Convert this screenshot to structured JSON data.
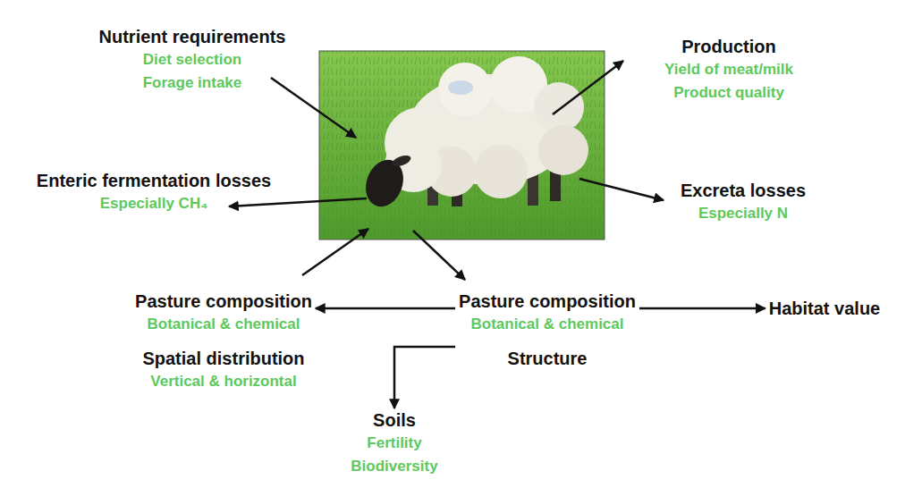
{
  "diagram": {
    "nodes": [
      {
        "text": [
          "Nutrient requirements",
          "Diet selection",
          "Forage intake"
        ]
      },
      {
        "text": [
          "Production",
          "Yield of meat/milk",
          "Product quality"
        ]
      },
      {
        "text": [
          "Enteric fermentation losses",
          "Especially CH₄"
        ]
      },
      {
        "text": [
          "Excreta losses",
          "Especially N"
        ]
      },
      {
        "text": [
          "Pasture composition",
          "Botanical & chemical",
          "Spatial distribution",
          "Vertical & horizontal"
        ]
      },
      {
        "text": [
          "Pasture composition",
          "Botanical & chemical",
          "Structure"
        ]
      },
      {
        "text": [
          "Habitat value"
        ]
      },
      {
        "text": [
          "Soils",
          "Fertility",
          "Biodiversity"
        ]
      }
    ],
    "edges": [
      {
        "from": 5,
        "to": 4,
        "arrow": "to"
      },
      {
        "from": 5,
        "to": 6,
        "arrow": "to"
      },
      {
        "from": 5,
        "to": 7,
        "arrow": "to"
      }
    ]
  }
}
